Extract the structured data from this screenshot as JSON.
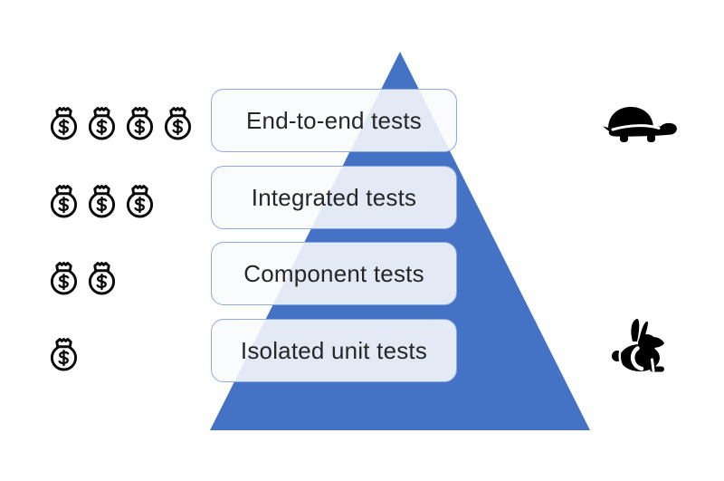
{
  "colors": {
    "pyramid": "#4472c4",
    "box_border": "#8faadc",
    "box_fill": "rgba(249,250,253,0.88)",
    "icon": "#0a0a0a",
    "label_text": "#262626",
    "background": "#ffffff"
  },
  "pyramid": {
    "levels": [
      {
        "label": "End-to-end tests"
      },
      {
        "label": "Integrated tests"
      },
      {
        "label": "Component tests"
      },
      {
        "label": "Isolated unit tests"
      }
    ]
  },
  "cost_scale": {
    "icon": "money-bag-icon",
    "rows": [
      4,
      3,
      2,
      1
    ]
  },
  "speed_scale": {
    "slow_icon": "turtle-icon",
    "fast_icon": "rabbit-icon"
  }
}
